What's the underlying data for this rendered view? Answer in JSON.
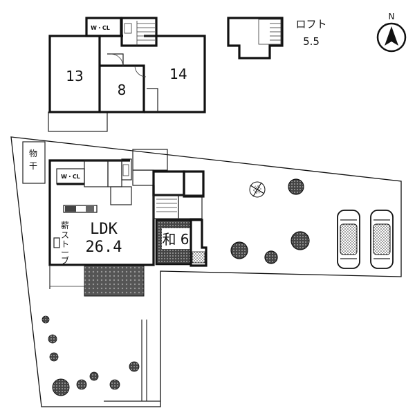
{
  "upper_floor": {
    "closet_label": "W・CL",
    "room_left": "13",
    "room_middle": "8",
    "room_right": "14"
  },
  "loft": {
    "label": "ロフト",
    "size": "5.5"
  },
  "compass": {
    "north_label": "N"
  },
  "ground_floor": {
    "drying_label_1": "物",
    "drying_label_2": "干",
    "closet_label": "W・CL",
    "ldk_label": "LDK",
    "ldk_size": "26.4",
    "stove_label_1": "薪",
    "stove_label_2": "ス",
    "stove_label_3": "ト",
    "stove_label_4": "ー",
    "stove_label_5": "ブ",
    "japanese_room": "和 6"
  }
}
